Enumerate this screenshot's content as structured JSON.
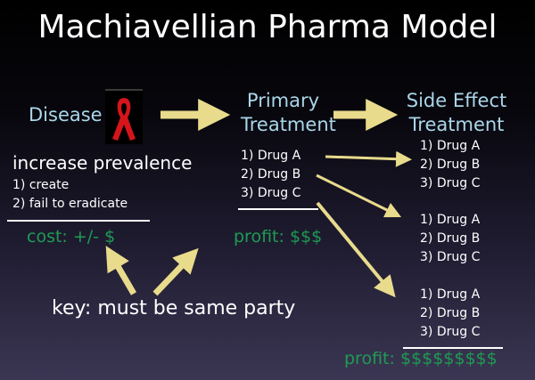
{
  "slide": {
    "title": "Machiavellian Pharma Model",
    "disease": {
      "label": "Disease",
      "icon": "red-ribbon-icon",
      "subtitle": "increase prevalence",
      "items": [
        "1) create",
        "2) fail to eradicate"
      ],
      "cost": "cost: +/- $"
    },
    "primary": {
      "heading_line1": "Primary",
      "heading_line2": "Treatment",
      "drugs": [
        "1) Drug A",
        "2) Drug B",
        "3) Drug C"
      ],
      "profit": "profit: $$$"
    },
    "side_effect": {
      "heading_line1": "Side Effect",
      "heading_line2": "Treatment",
      "groups": [
        [
          "1) Drug A",
          "2) Drug B",
          "3) Drug C"
        ],
        [
          "1) Drug A",
          "2) Drug B",
          "3) Drug C"
        ],
        [
          "1) Drug A",
          "2) Drug B",
          "3) Drug C"
        ]
      ],
      "profit": "profit: $$$$$$$$$"
    },
    "key": "key: must be same party",
    "colors": {
      "heading": "#a9d6ea",
      "profit": "#1e9b53",
      "arrow": "#e8db8c",
      "ribbon": "#d5141b"
    }
  }
}
